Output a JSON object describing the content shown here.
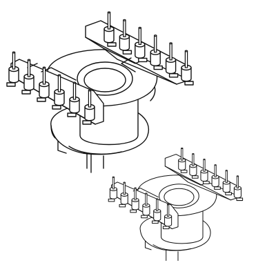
{
  "colors": {
    "background": "#ffffff",
    "line": "#111111"
  },
  "figures": [
    {
      "name": "large-transformer-bobbin",
      "pin_rows": [
        6,
        6
      ]
    },
    {
      "name": "small-transformer-bobbin",
      "pin_rows": [
        6,
        6
      ]
    }
  ]
}
